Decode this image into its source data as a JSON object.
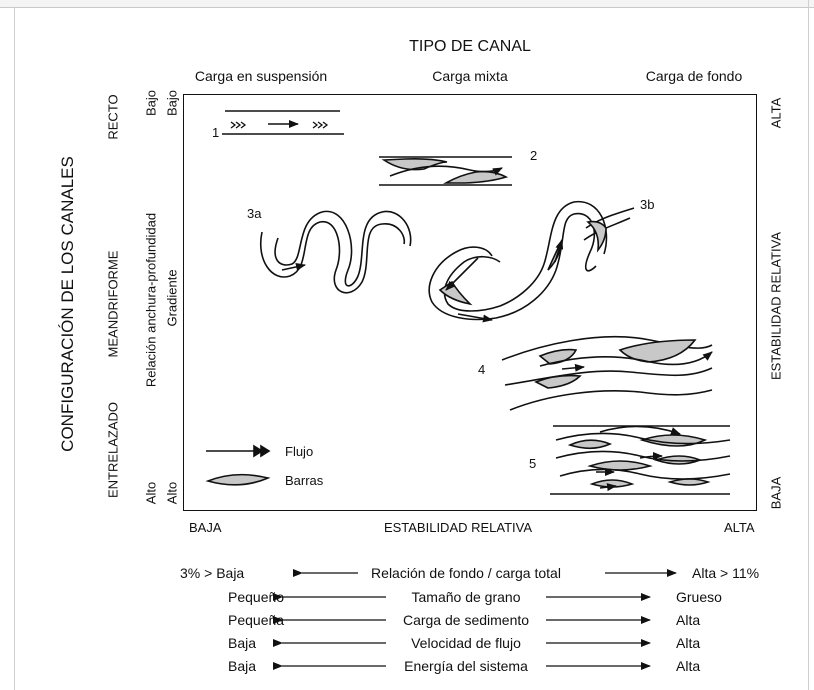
{
  "title": "TIPO DE CANAL",
  "top_labels": {
    "left": "Carga en suspensión",
    "middle": "Carga mixta",
    "right": "Carga de fondo"
  },
  "left_axis": {
    "main": "CONFIGURACIÓN DE LOS CANALES",
    "classes": {
      "top": "RECTO",
      "middle": "MEANDRIFORME",
      "bottom": "ENTRELAZADO"
    },
    "ratio_label": "Relación anchura-profundidad",
    "gradient_label": "Gradiente",
    "ratio_low": "Bajo",
    "ratio_high": "Alto",
    "gradient_low": "Bajo",
    "gradient_high": "Alto"
  },
  "right_axis": {
    "main": "ESTABILIDAD RELATIVA",
    "top": "ALTA",
    "bottom": "BAJA"
  },
  "bottom_axis": {
    "left": "BAJA",
    "middle": "ESTABILIDAD RELATIVA",
    "right": "ALTA"
  },
  "channel_labels": {
    "c1": "1",
    "c2": "2",
    "c3a": "3a",
    "c3b": "3b",
    "c4": "4",
    "c5": "5"
  },
  "legend": {
    "flow": "Flujo",
    "bars": "Barras"
  },
  "relations": [
    {
      "left": "3% > Baja",
      "center": "Relación de fondo / carga total",
      "right": "Alta > 11%"
    },
    {
      "left": "Pequeño",
      "center": "Tamaño de grano",
      "right": "Grueso"
    },
    {
      "left": "Pequeña",
      "center": "Carga de sedimento",
      "right": "Alta"
    },
    {
      "left": "Baja",
      "center": "Velocidad de flujo",
      "right": "Alta"
    },
    {
      "left": "Baja",
      "center": "Energía del sistema",
      "right": "Alta"
    }
  ],
  "colors": {
    "bar_fill": "#c8c8c8",
    "line": "#111111"
  }
}
